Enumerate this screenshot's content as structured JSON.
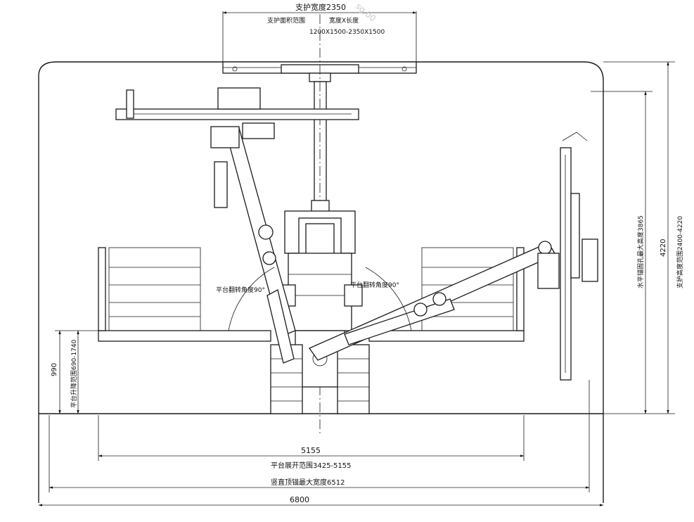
{
  "drawing": {
    "top": {
      "support_width": "支护宽度2350",
      "support_area": "支护面积范围",
      "width_x_length": "宽度X长度",
      "range": "1200X1500-2350X1500"
    },
    "angles": {
      "left": "平台翻转角度90°",
      "right": "平台翻转角度90°"
    },
    "left_dims": {
      "value_990": "990",
      "lift_range": "平台升降范围690-1740"
    },
    "right_dims": {
      "horizontal_max_height": "水平锚固孔最大高度3865",
      "total_height": "4220",
      "support_height_range": "支护高度范围2400-4220"
    },
    "bottom_dims": {
      "span_5155": "5155",
      "platform_range": "平台展开范围3425-5155",
      "vertical_max_width": "竖直顶锚最大宽度6512",
      "overall_width": "6800"
    },
    "watermark": "sg.00"
  }
}
